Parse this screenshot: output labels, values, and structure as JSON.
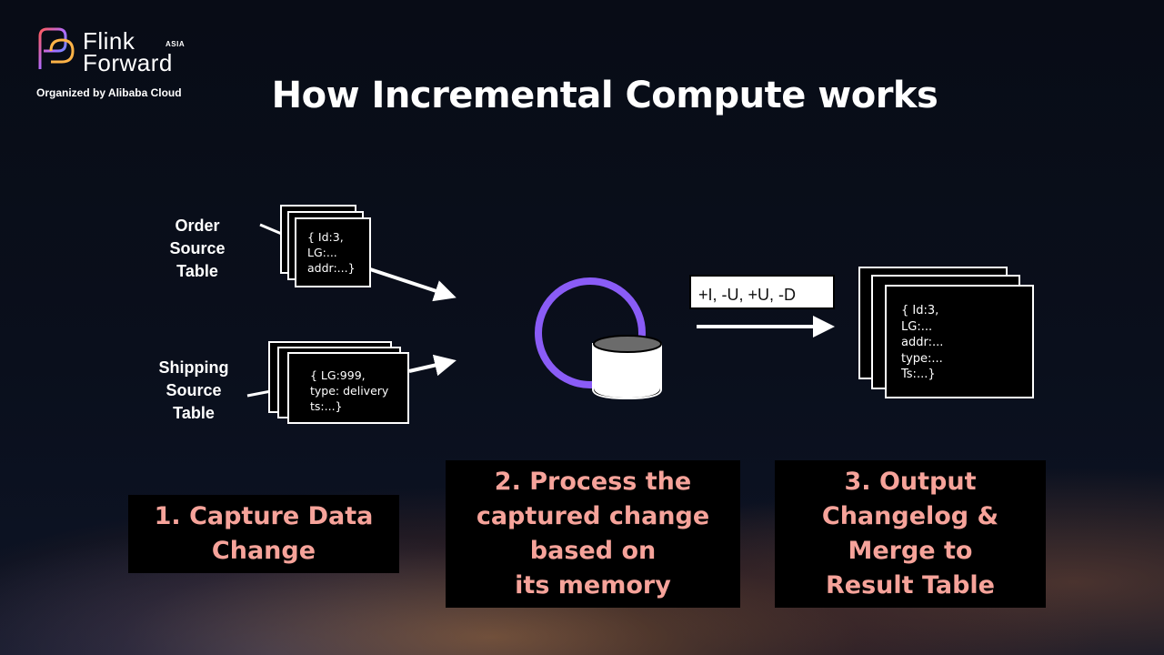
{
  "brand": {
    "line1": "Flink",
    "line2": "Forward",
    "region": "ASIA",
    "organized_by": "Organized by Alibaba Cloud"
  },
  "title": "How Incremental Compute works",
  "sources": {
    "order_label": "Order\nSource\nTable",
    "order_record": "{ Id:3,\nLG:...\naddr:...}",
    "shipping_label": "Shipping\nSource\nTable",
    "shipping_record": "{ LG:999,\ntype: delivery\nts:...}"
  },
  "changelog": "+I, -U, +U, -D",
  "result_record": "{ Id:3,\nLG:...\naddr:...\ntype:...\nTs:...}",
  "steps": {
    "step1": "1. Capture Data\nChange",
    "step2": "2. Process the\ncaptured change\nbased on\nits memory",
    "step3": "3. Output\nChangelog &\nMerge to\nResult Table"
  },
  "colors": {
    "step_text": "#f6a39a",
    "ring": "#8a5cf6"
  },
  "icons": [
    "flink-forward-logo-icon",
    "database-icon",
    "memory-ring-icon"
  ]
}
